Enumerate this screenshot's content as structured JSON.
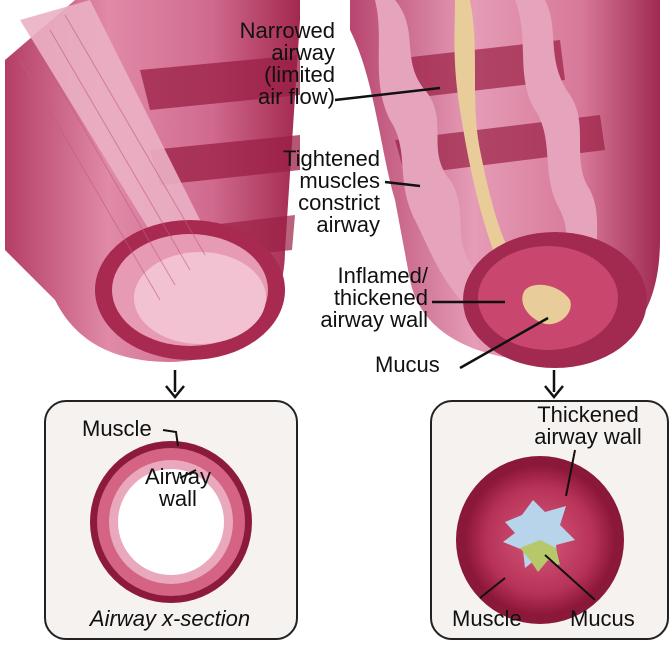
{
  "labels": {
    "narrowed_airway": "Narrowed airway (limited air flow)",
    "narrowed_airway_lines": [
      "Narrowed",
      "airway",
      "(limited",
      "air flow)"
    ],
    "tightened_muscles_lines": [
      "Tightened",
      "muscles",
      "constrict",
      "airway"
    ],
    "inflamed_lines": [
      "Inflamed/",
      "thickened",
      "airway wall"
    ],
    "mucus_main": "Mucus",
    "left_muscle": "Muscle",
    "left_airway_wall_lines": [
      "Airway",
      "wall"
    ],
    "left_caption": "Airway x-section",
    "right_thickened_lines": [
      "Thickened",
      "airway wall"
    ],
    "right_muscle": "Muscle",
    "right_mucus": "Mucus"
  },
  "colors": {
    "tissue_light": "#e8a0b8",
    "tissue_mid": "#d4698e",
    "tissue_dark": "#a8284e",
    "wall_deep": "#8c1a3a",
    "lining": "#f4c8d6",
    "mucus": "#e8cc9a",
    "mucus_green": "#b6c86a",
    "lumen_blue": "#b8d4ea",
    "box_bg": "#f6f2f0"
  }
}
